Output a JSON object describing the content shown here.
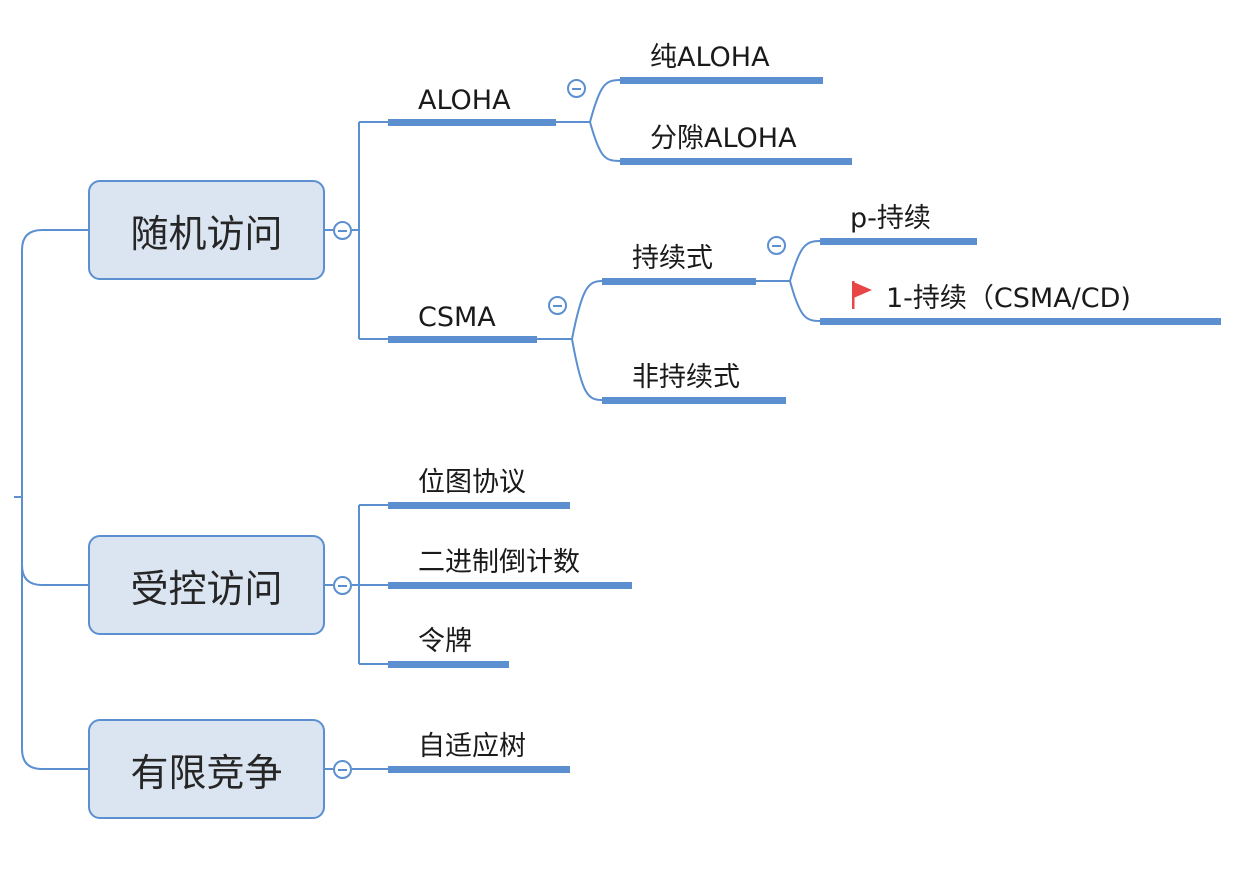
{
  "branches": [
    {
      "label": "随机访问",
      "children": [
        {
          "label": "ALOHA",
          "children": [
            {
              "label": "纯ALOHA"
            },
            {
              "label": "分隙ALOHA"
            }
          ]
        },
        {
          "label": "CSMA",
          "children": [
            {
              "label": "持续式",
              "children": [
                {
                  "label": "p-持续"
                },
                {
                  "label": "1-持续（CSMA/CD)",
                  "marker": "red-flag-icon"
                }
              ]
            },
            {
              "label": "非持续式"
            }
          ]
        }
      ]
    },
    {
      "label": "受控访问",
      "children": [
        {
          "label": "位图协议"
        },
        {
          "label": "二进制倒计数"
        },
        {
          "label": "令牌"
        }
      ]
    },
    {
      "label": "有限竞争",
      "children": [
        {
          "label": "自适应树"
        }
      ]
    }
  ],
  "colors": {
    "accent": "#5b8fd0",
    "box_fill": "#dbe5f1",
    "flag": "#e84545"
  }
}
